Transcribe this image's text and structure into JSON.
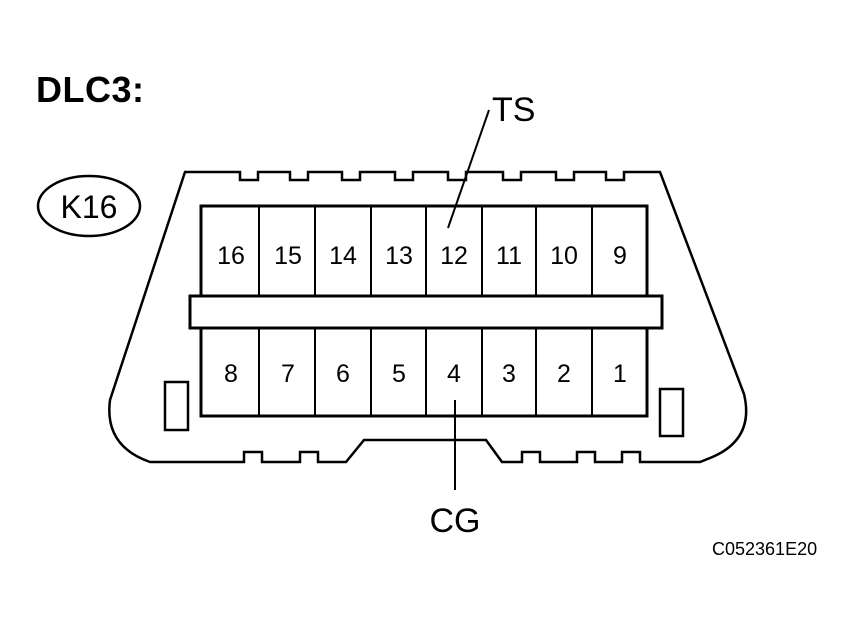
{
  "title": "DLC3:",
  "connector_id": "K16",
  "figure_code": "C052361E20",
  "callouts": {
    "top": "TS",
    "bottom": "CG"
  },
  "pins": {
    "top_row": [
      "16",
      "15",
      "14",
      "13",
      "12",
      "11",
      "10",
      "9"
    ],
    "bottom_row": [
      "8",
      "7",
      "6",
      "5",
      "4",
      "3",
      "2",
      "1"
    ]
  },
  "colors": {
    "ink": "#000000",
    "paper": "#ffffff"
  }
}
